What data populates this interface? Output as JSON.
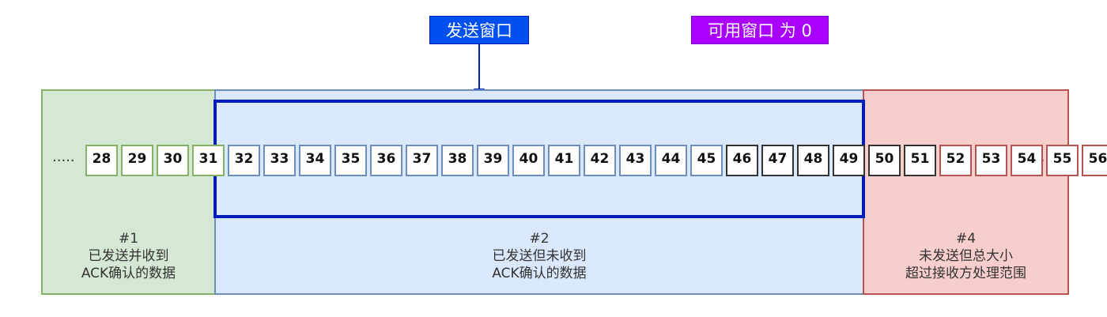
{
  "labels": {
    "send_window": "发送窗口",
    "usable_window": "可用窗口 为 0",
    "send_window_color": "#0050ef",
    "usable_window_color": "#aa00ff"
  },
  "regions": [
    {
      "id": "1",
      "title": "#1",
      "line1": "已发送并收到",
      "line2": "ACK确认的数据",
      "fill": "#d5e8d4",
      "stroke": "#82b366"
    },
    {
      "id": "2",
      "title": "#2",
      "line1": "已发送但未收到",
      "line2": "ACK确认的数据",
      "fill": "#dae8fc",
      "stroke": "#6c8ebf"
    },
    {
      "id": "4",
      "title": "#4",
      "line1": "未发送但总大小",
      "line2": "超过接收方处理范围",
      "fill": "#f8cecc",
      "stroke": "#b85450"
    }
  ],
  "window_border_color": "#001dbc",
  "ellipsis_left": "·····",
  "ellipsis_right": "·····",
  "green_cells": [
    "28",
    "29",
    "30",
    "31"
  ],
  "blue_cells": [
    "32",
    "33",
    "34",
    "35",
    "36",
    "37",
    "38",
    "39",
    "40",
    "41",
    "42",
    "43",
    "44",
    "45"
  ],
  "black_cells": [
    "46",
    "47",
    "48",
    "49",
    "50",
    "51"
  ],
  "red_cells": [
    "52",
    "53",
    "54",
    "55",
    "56"
  ]
}
